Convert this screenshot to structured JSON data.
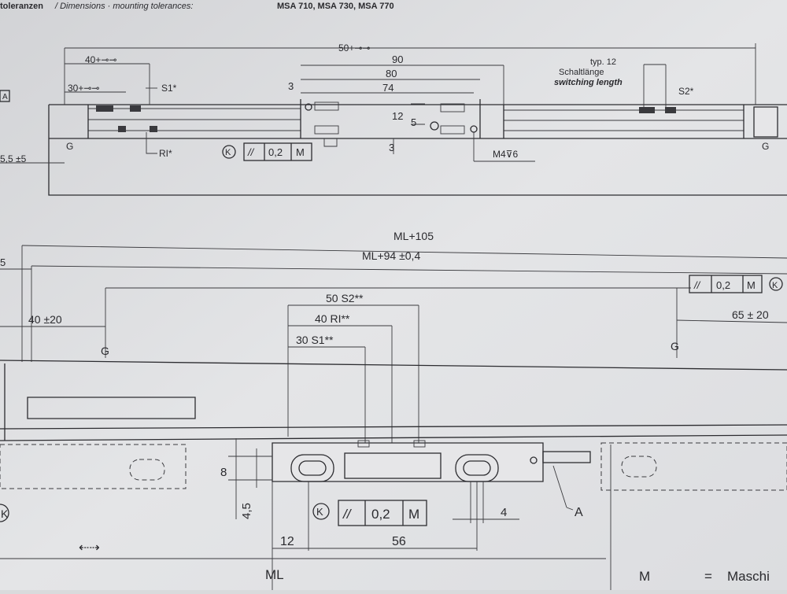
{
  "header": {
    "title_prefix": "toleranzen",
    "title_italic": " / Dimensions · mounting tolerances:",
    "models": "MSA 710, MSA 730, MSA 770"
  },
  "top_view": {
    "dim_50": "50+⊸⊸",
    "dim_40": "40+⊸⊸",
    "dim_30": "30+⊸⊸",
    "dim_90": "90",
    "dim_80": "80",
    "dim_74": "74",
    "dim_3a": "3",
    "dim_3b": "3",
    "dim_12": "12",
    "dim_5": "5",
    "dim_55": "5,5 ±5",
    "label_s1": "S1*",
    "label_ri": "RI*",
    "label_s2": "S2*",
    "label_g1": "G",
    "label_g2": "G",
    "typ12": "typ. 12",
    "schaltlaenge": "Schaltlänge",
    "switching_length": "switching length",
    "m4": "M4⊽6",
    "tol_k": "K",
    "tol_sym": "//",
    "tol_val": "0,2",
    "tol_m": "M",
    "left_box": "A"
  },
  "main_view": {
    "ml105": "ML+105",
    "ml94": "ML+94 ±0,4",
    "left5": "5",
    "dim_40_20": "40 ±20",
    "dim_65_20": "65 ± 20",
    "g_left": "G",
    "g_right": "G",
    "dim_50s2": "50  S2**",
    "dim_40ri": "40 RI**",
    "dim_30s1": "30 S1**",
    "tol_upper": {
      "sym": "//",
      "val": "0,2",
      "m": "M",
      "k": "K"
    },
    "tol_lower": {
      "k": "K",
      "sym": "//",
      "val": "0,2",
      "m": "M"
    },
    "left_k": "K",
    "dim_8": "8",
    "dim_45": "4,5",
    "dim_4": "4",
    "dim_12": "12",
    "dim_56": "56",
    "label_a": "A",
    "label_ml": "ML",
    "arrows": "⇠⇢",
    "legend_m": "M",
    "legend_eq": "=",
    "legend_text": "Maschi"
  }
}
